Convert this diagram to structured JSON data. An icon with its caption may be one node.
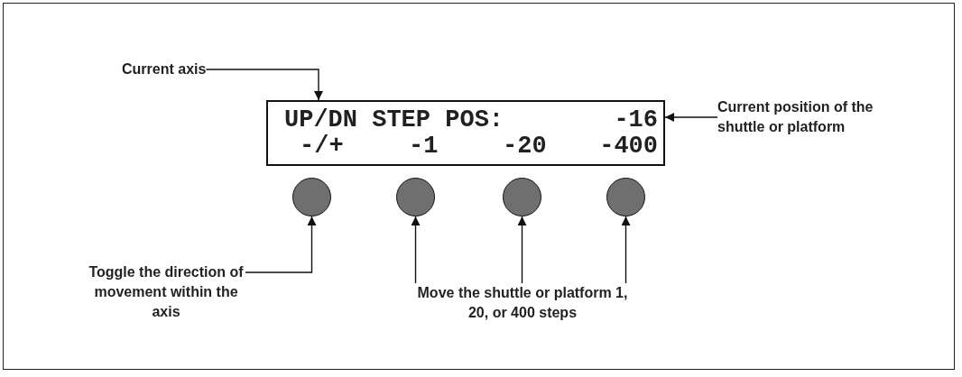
{
  "diagram": {
    "nodes": [
      {
        "text": [
          "UP/DN STEP POS:",
          "-16",
          "-/+",
          "-1",
          "-20",
          "-400"
        ]
      },
      {
        "text": [
          "Current axis"
        ]
      },
      {
        "text": [
          "Current position of the shuttle or platform"
        ]
      },
      {
        "text": [],
        "shape": "circle"
      },
      {
        "text": [],
        "shape": "circle"
      },
      {
        "text": [],
        "shape": "circle"
      },
      {
        "text": [],
        "shape": "circle"
      },
      {
        "text": [
          "Toggle the direction of movement within the axis"
        ]
      },
      {
        "text": [
          "Move the shuttle or platform 1, 20, or 400 steps"
        ]
      }
    ],
    "edges": [
      {
        "from": 1,
        "to": 0,
        "arrow": "to"
      },
      {
        "from": 2,
        "to": 0,
        "arrow": "to"
      },
      {
        "from": 7,
        "to": 3,
        "arrow": "to"
      },
      {
        "from": 8,
        "to": 4,
        "arrow": "to"
      },
      {
        "from": 8,
        "to": 5,
        "arrow": "to"
      },
      {
        "from": 8,
        "to": 6,
        "arrow": "to"
      }
    ]
  }
}
